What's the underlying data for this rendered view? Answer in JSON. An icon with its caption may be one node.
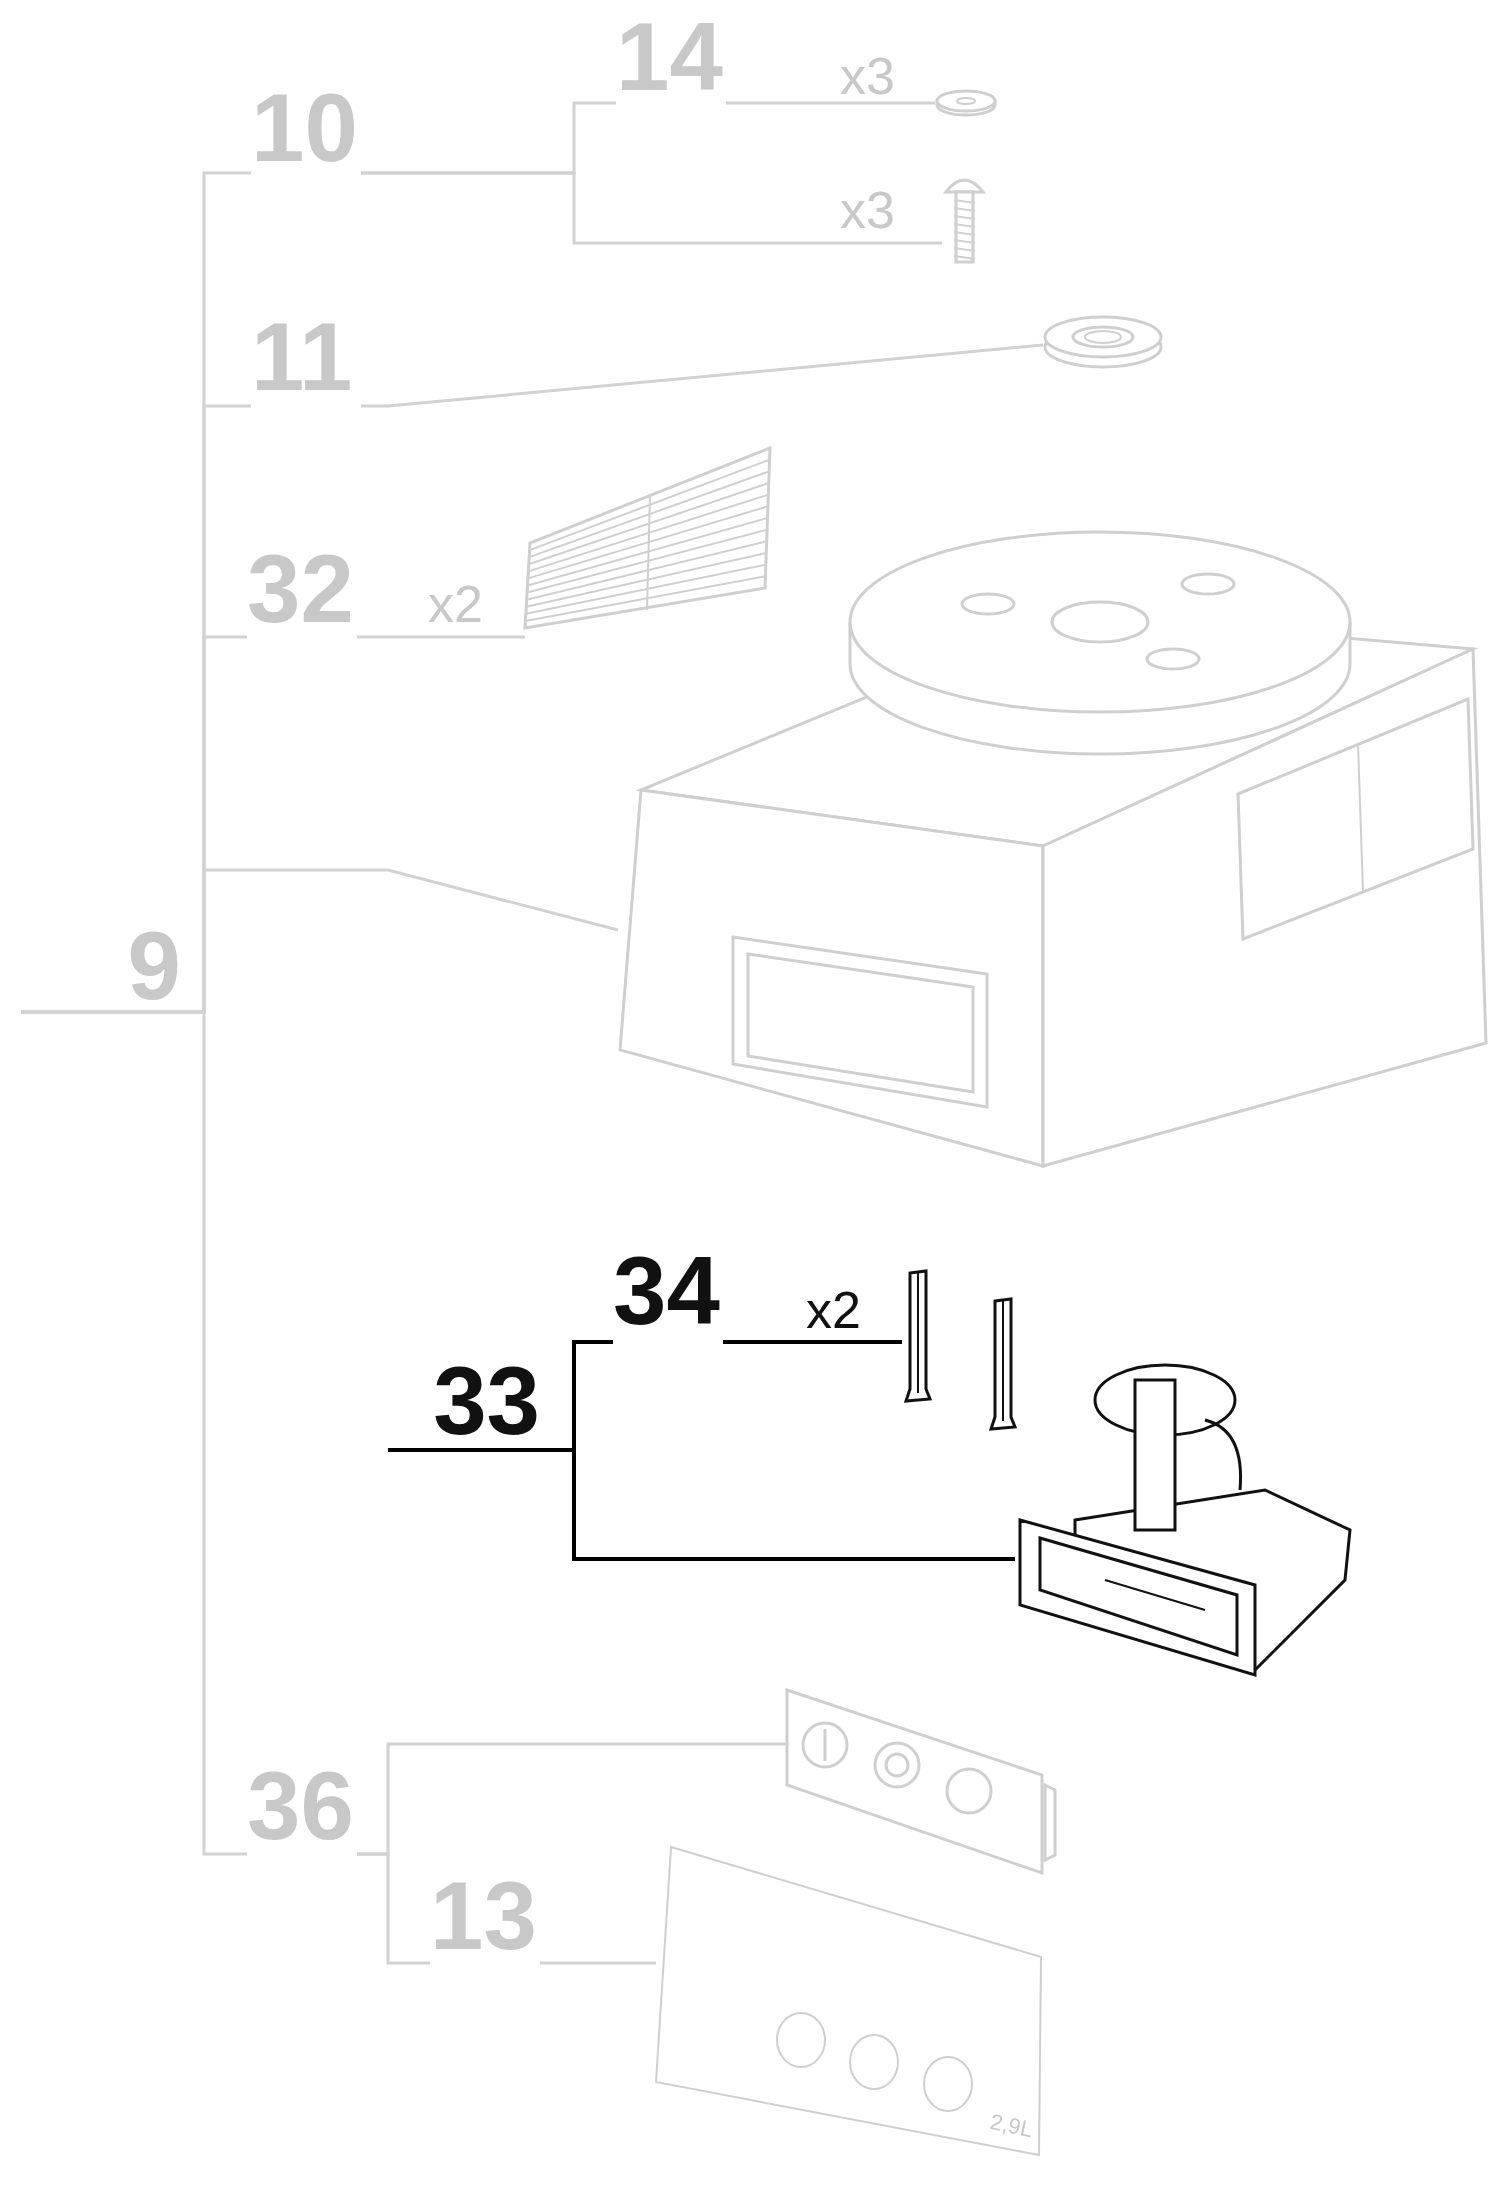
{
  "diagram": {
    "nodes": [
      {
        "text": [
          "9"
        ]
      },
      {
        "text": [
          "10"
        ]
      },
      {
        "text": [
          "14"
        ]
      },
      {
        "text": [],
        "shape": "picture"
      },
      {
        "text": [],
        "shape": "picture"
      },
      {
        "text": [
          "11"
        ]
      },
      {
        "text": [],
        "shape": "picture"
      },
      {
        "text": [
          "32"
        ]
      },
      {
        "text": [],
        "shape": "picture"
      },
      {
        "text": [],
        "shape": "picture"
      },
      {
        "text": [
          "33"
        ]
      },
      {
        "text": [
          "34"
        ]
      },
      {
        "text": [],
        "shape": "picture"
      },
      {
        "text": [],
        "shape": "picture"
      },
      {
        "text": [],
        "shape": "picture"
      },
      {
        "text": [
          "36"
        ]
      },
      {
        "text": [],
        "shape": "picture"
      },
      {
        "text": [
          "13"
        ]
      },
      {
        "text": [],
        "shape": "picture"
      }
    ],
    "edges": [
      {
        "from": 0,
        "to": 1,
        "arrow": "none"
      },
      {
        "from": 0,
        "to": 5,
        "arrow": "none"
      },
      {
        "from": 0,
        "to": 7,
        "arrow": "none"
      },
      {
        "from": 0,
        "to": 9,
        "arrow": "none"
      },
      {
        "from": 0,
        "to": 15,
        "arrow": "none"
      },
      {
        "from": 1,
        "to": 2,
        "arrow": "none"
      },
      {
        "from": 2,
        "to": 3,
        "arrow": "none"
      },
      {
        "from": 1,
        "to": 4,
        "arrow": "none"
      },
      {
        "from": 5,
        "to": 6,
        "arrow": "none"
      },
      {
        "from": 7,
        "to": 8,
        "arrow": "none"
      },
      {
        "from": 10,
        "to": 11,
        "arrow": "none",
        "color": "#000000"
      },
      {
        "from": 11,
        "to": 12,
        "arrow": "none",
        "color": "#000000"
      },
      {
        "from": 10,
        "to": 14,
        "arrow": "none",
        "color": "#000000"
      },
      {
        "from": 15,
        "to": 16,
        "arrow": "none"
      },
      {
        "from": 15,
        "to": 17,
        "arrow": "none"
      },
      {
        "from": 17,
        "to": 18,
        "arrow": "none"
      }
    ],
    "labels": [
      "x3",
      "x3",
      "x2",
      "x2",
      "2,9L"
    ]
  }
}
